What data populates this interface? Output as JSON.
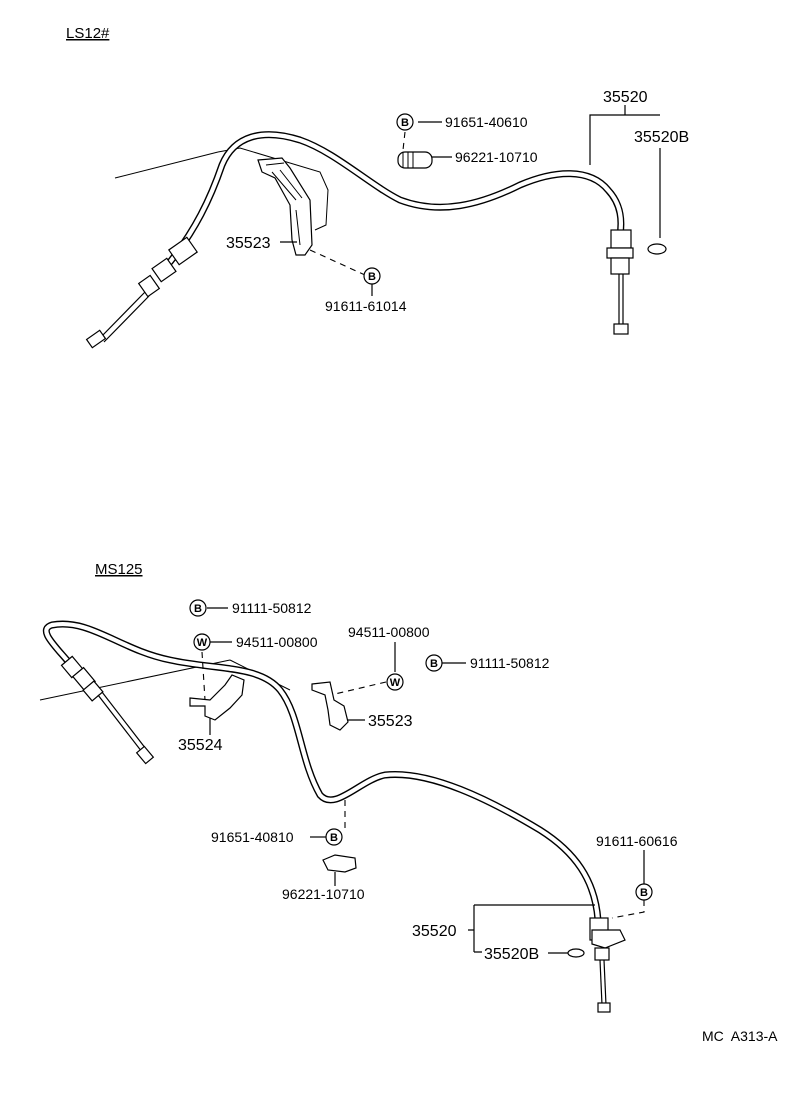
{
  "sections": {
    "top": {
      "header": "LS12#",
      "labels": {
        "p35520": "35520",
        "p35520b": "35520B",
        "p91651": "91651-40610",
        "p96221": "96221-10710",
        "p35523": "35523",
        "p91611": "91611-61014"
      },
      "markers": {
        "b1": "B",
        "b2": "B"
      }
    },
    "bottom": {
      "header": "MS125",
      "labels": {
        "p91111a": "91111-50812",
        "p94511a": "94511-00800",
        "p94511b": "94511-00800",
        "p91111b": "91111-50812",
        "p35523": "35523",
        "p35524": "35524",
        "p91651": "91651-40810",
        "p96221": "96221-10710",
        "p91611": "91611-60616",
        "p35520": "35520",
        "p35520b": "35520B"
      },
      "markers": {
        "b1": "B",
        "w1": "W",
        "w2": "W",
        "b2": "B",
        "b3": "B",
        "b4": "B"
      }
    }
  },
  "footer": {
    "code": "MC  A313-A"
  }
}
